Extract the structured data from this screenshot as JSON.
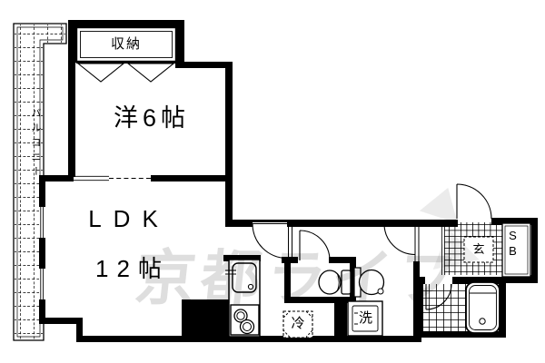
{
  "plan": {
    "watermark_text": "京都ライフ",
    "labels": {
      "balcony": "バルコニー",
      "storage": "収納",
      "western_room": "洋6帖",
      "ldk": "LDK",
      "ldk_size": "12帖",
      "refrigerator": "冷",
      "washing_machine": "洗",
      "entrance": "玄",
      "shoe_box": "SB"
    },
    "colors": {
      "line": "#000000",
      "background": "#ffffff",
      "watermark": "rgba(0,0,0,0.13)"
    }
  }
}
